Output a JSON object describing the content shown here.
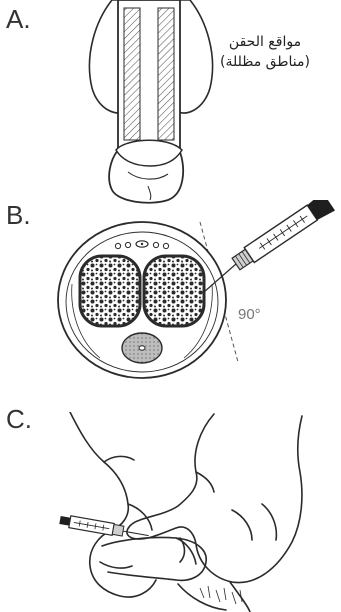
{
  "panels": {
    "a": {
      "letter": "A.",
      "label_line1": "مواقع الحقن",
      "label_line2": "(مناطق مظللة)"
    },
    "b": {
      "letter": "B.",
      "angle_label": "90°"
    },
    "c": {
      "letter": "C."
    }
  },
  "colors": {
    "ink": "#2b2b2b",
    "skin": "#ffffff",
    "hatch": "#555555",
    "guide": "#555555"
  }
}
